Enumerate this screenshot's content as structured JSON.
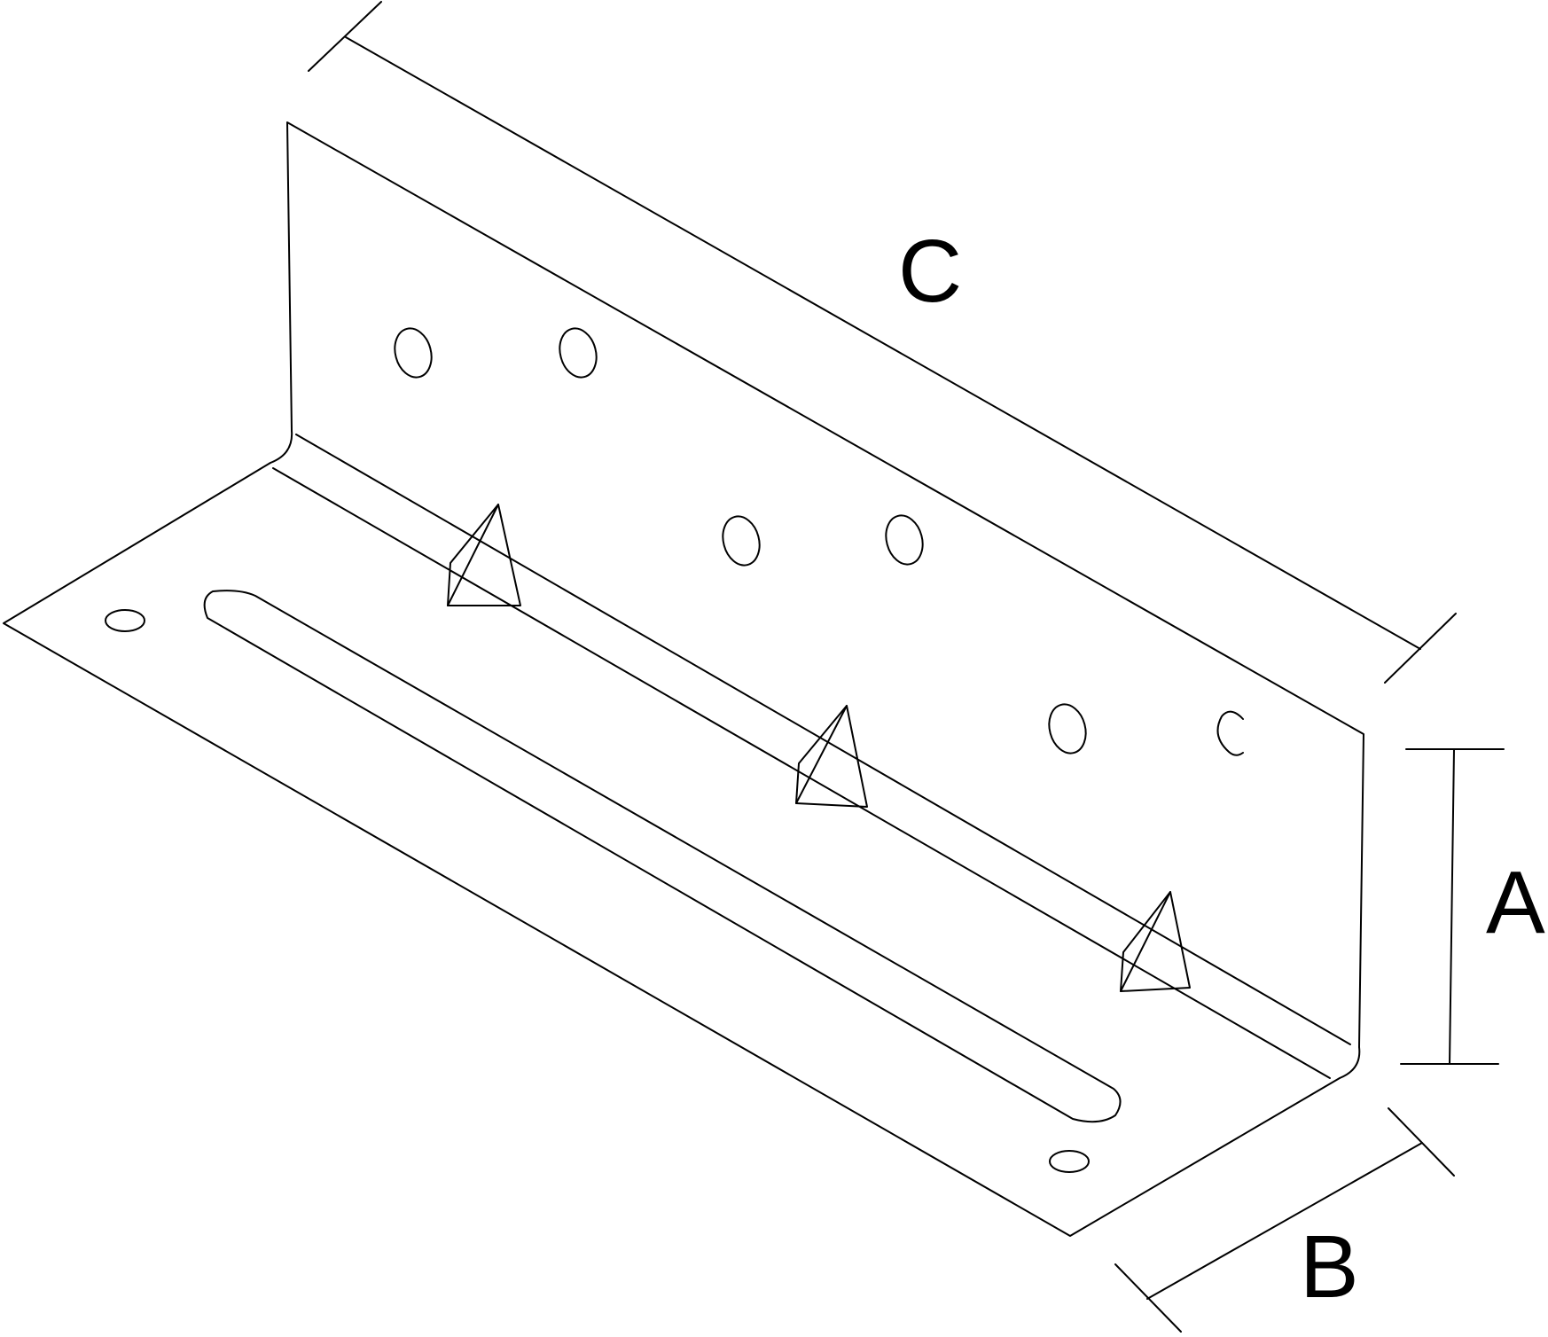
{
  "figure": {
    "labels": {
      "a": "A",
      "b": "B",
      "c": "C"
    },
    "colors": {
      "line": "#000000",
      "background": "#ffffff"
    }
  }
}
